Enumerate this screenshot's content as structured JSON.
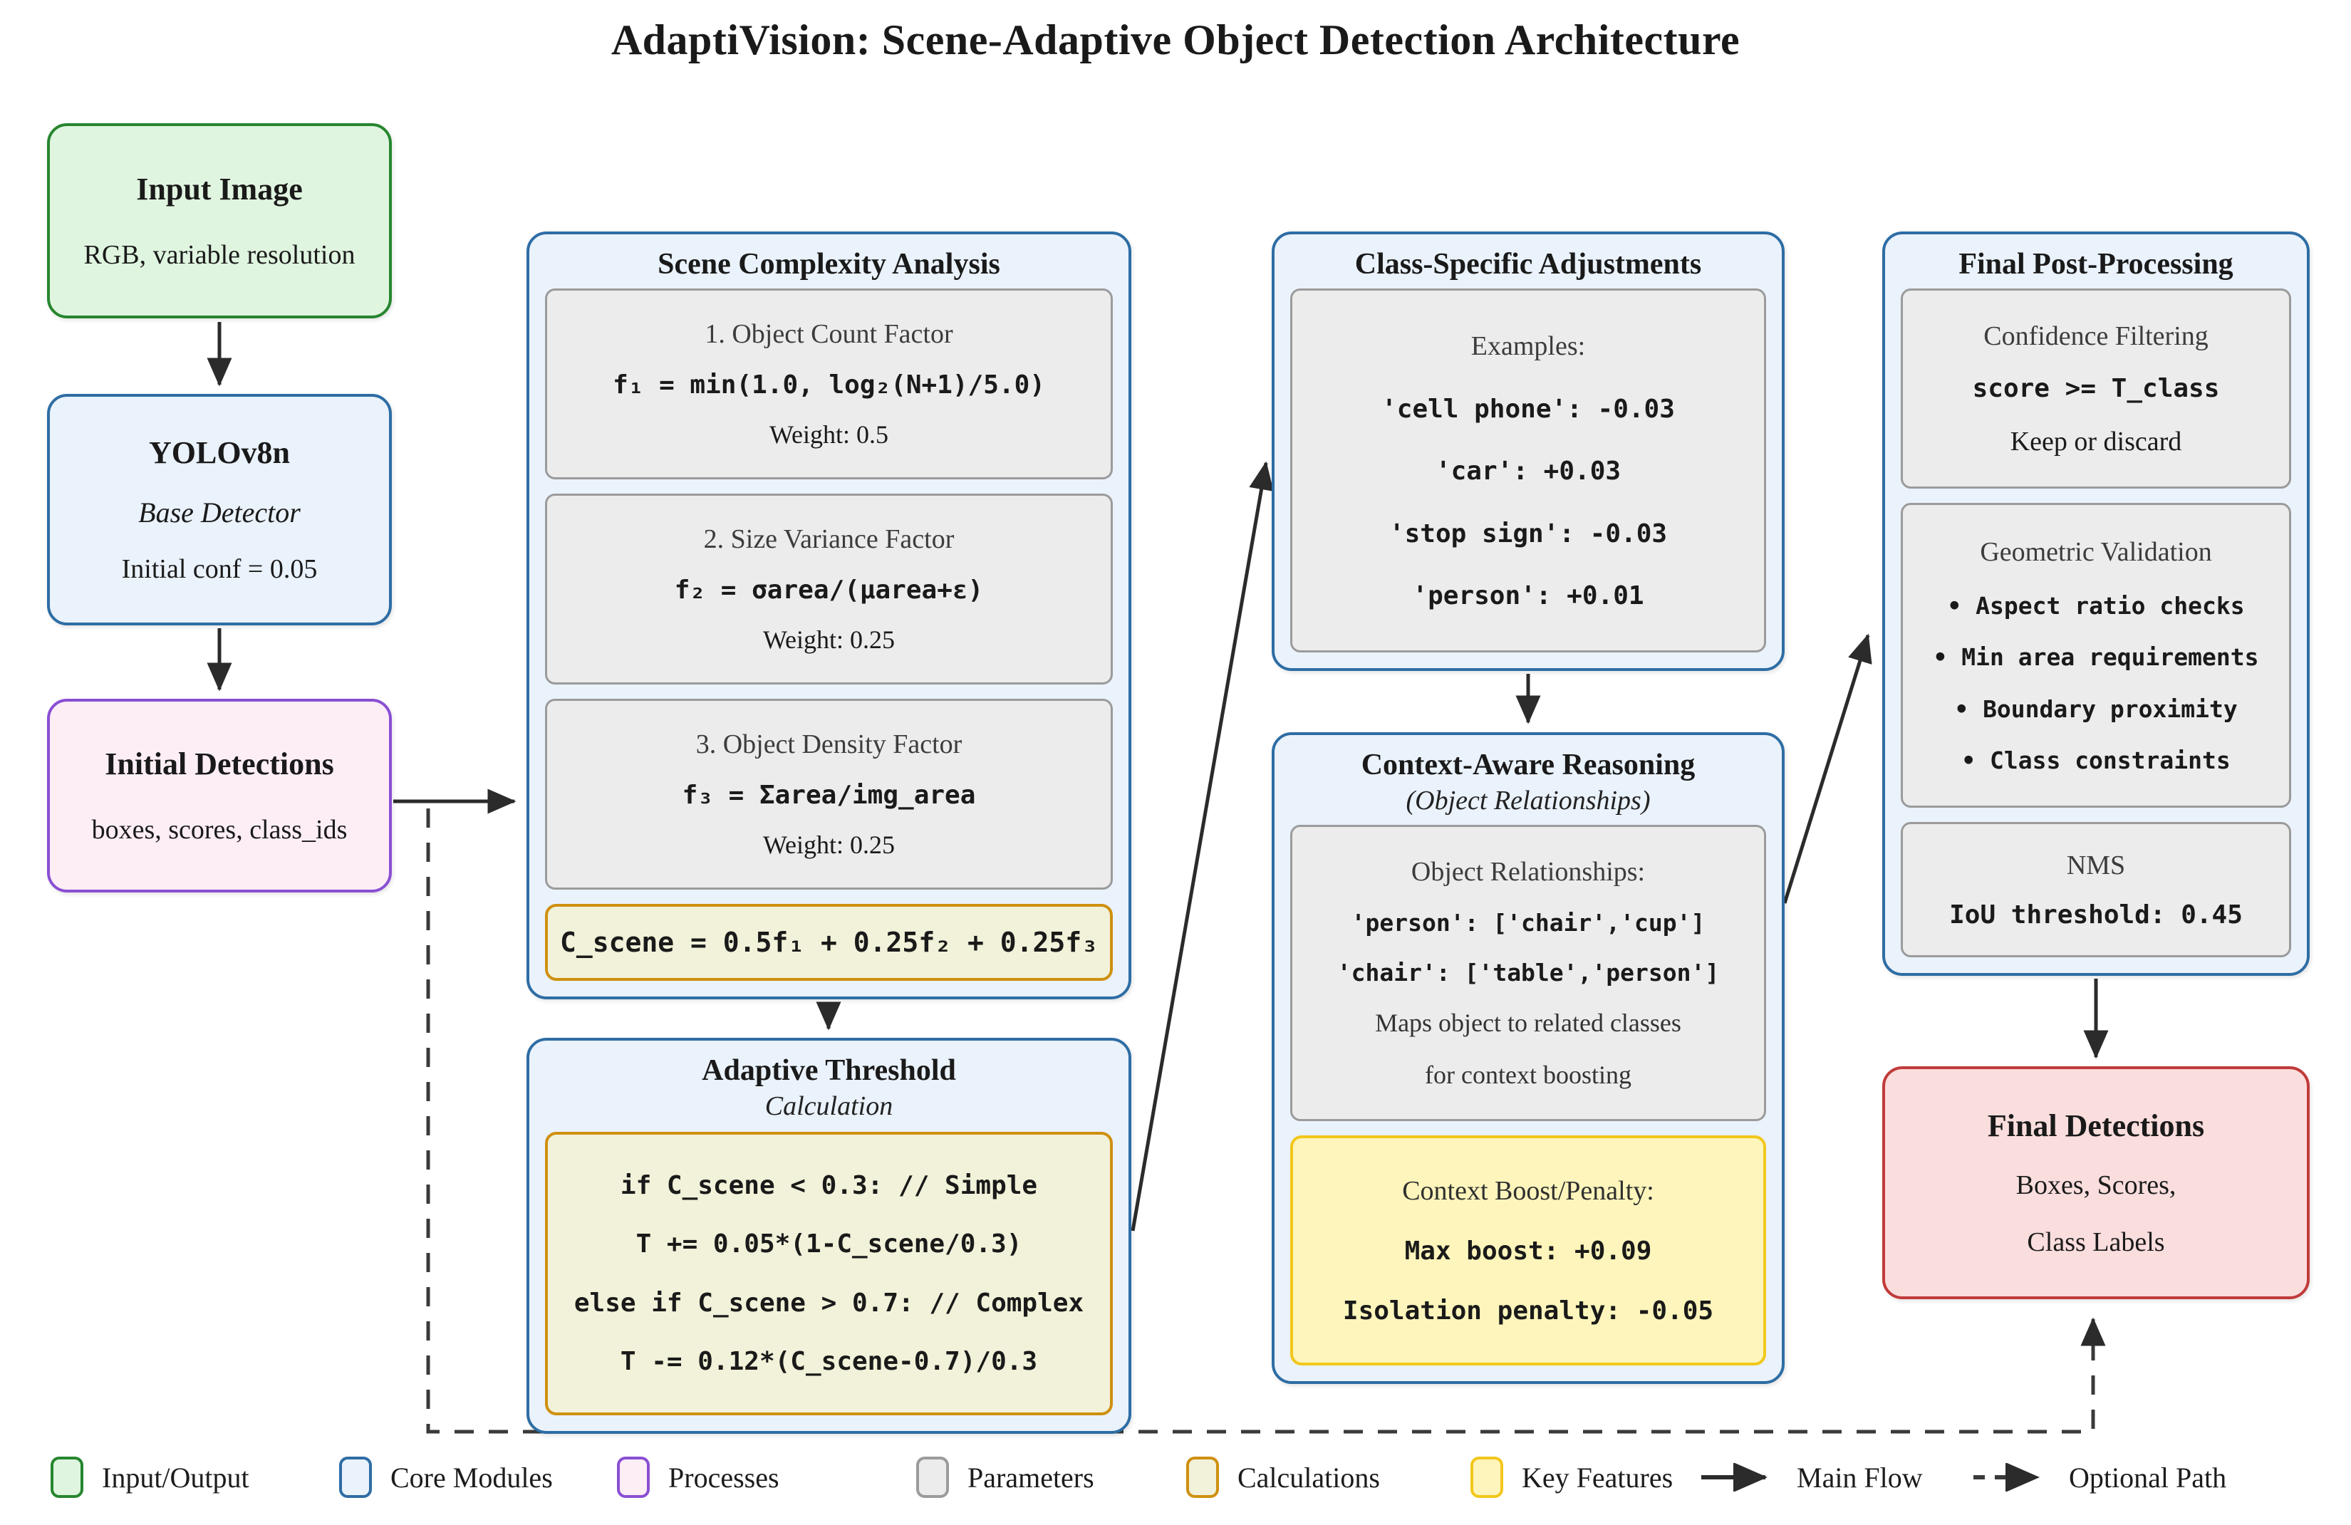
{
  "title": "AdaptiVision: Scene-Adaptive Object Detection Architecture",
  "nodes": {
    "input_image": {
      "title": "Input Image",
      "subtitle": "RGB, variable resolution"
    },
    "yolo": {
      "title": "YOLOv8n",
      "subtitle": "Base Detector",
      "note": "Initial conf = 0.05"
    },
    "initial_detections": {
      "title": "Initial Detections",
      "subtitle": "boxes, scores, class_ids"
    },
    "scene_complexity": {
      "title": "Scene Complexity Analysis",
      "factors": [
        {
          "heading": "1. Object Count Factor",
          "formula": "f₁ = min(1.0, log₂(N+1)/5.0)",
          "weight": "Weight: 0.5"
        },
        {
          "heading": "2. Size Variance Factor",
          "formula": "f₂ = σarea/(μarea+ε)",
          "weight": "Weight: 0.25"
        },
        {
          "heading": "3. Object Density Factor",
          "formula": "f₃ = Σarea/img_area",
          "weight": "Weight: 0.25"
        }
      ],
      "calculation": "C_scene = 0.5f₁ + 0.25f₂ + 0.25f₃"
    },
    "adaptive_threshold": {
      "title": "Adaptive Threshold",
      "subtitle": "Calculation",
      "code": [
        "if C_scene < 0.3: // Simple",
        "T += 0.05*(1-C_scene/0.3)",
        "else if C_scene > 0.7: // Complex",
        "T -= 0.12*(C_scene-0.7)/0.3"
      ]
    },
    "class_adjustments": {
      "title": "Class-Specific Adjustments",
      "heading": "Examples:",
      "examples": [
        "'cell phone': -0.03",
        "'car': +0.03",
        "'stop sign': -0.03",
        "'person': +0.01"
      ]
    },
    "context_reasoning": {
      "title": "Context-Aware Reasoning",
      "subtitle": "(Object Relationships)",
      "relationships": {
        "heading": "Object Relationships:",
        "lines": [
          "'person': ['chair','cup']",
          "'chair': ['table','person']"
        ],
        "note1": "Maps object to related classes",
        "note2": "for context boosting"
      },
      "boost": {
        "heading": "Context Boost/Penalty:",
        "lines": [
          "Max boost: +0.09",
          "Isolation penalty: -0.05"
        ]
      }
    },
    "post_processing": {
      "title": "Final Post-Processing",
      "confidence": {
        "heading": "Confidence Filtering",
        "code": "score >= T_class",
        "note": "Keep or discard"
      },
      "geometric": {
        "heading": "Geometric Validation",
        "bullets": [
          "Aspect ratio checks",
          "Min area requirements",
          "Boundary proximity",
          "Class constraints"
        ]
      },
      "nms": {
        "heading": "NMS",
        "code": "IoU threshold: 0.45"
      }
    },
    "final_detections": {
      "title": "Final Detections",
      "line1": "Boxes, Scores,",
      "line2": "Class Labels"
    }
  },
  "legend": {
    "items": [
      {
        "label": "Input/Output"
      },
      {
        "label": "Core Modules"
      },
      {
        "label": "Processes"
      },
      {
        "label": "Parameters"
      },
      {
        "label": "Calculations"
      },
      {
        "label": "Key Features"
      }
    ],
    "main_flow": "Main Flow",
    "optional_path": "Optional Path"
  },
  "colors": {
    "io_fill": "#e0f5e0",
    "io_border": "#27862f",
    "module_fill": "#eaf2fb",
    "module_border": "#2e6da4",
    "process_fill": "#fdeef6",
    "process_border": "#8a4fd3",
    "param_fill": "#ececec",
    "param_border": "#9b9b9b",
    "calc_fill": "#f2f2da",
    "calc_border": "#cf9010",
    "key_fill": "#fdf5bb",
    "key_border": "#f2c71d",
    "final_fill": "#fadddd",
    "final_border": "#c13a3a",
    "arrow": "#2b2b2b"
  }
}
